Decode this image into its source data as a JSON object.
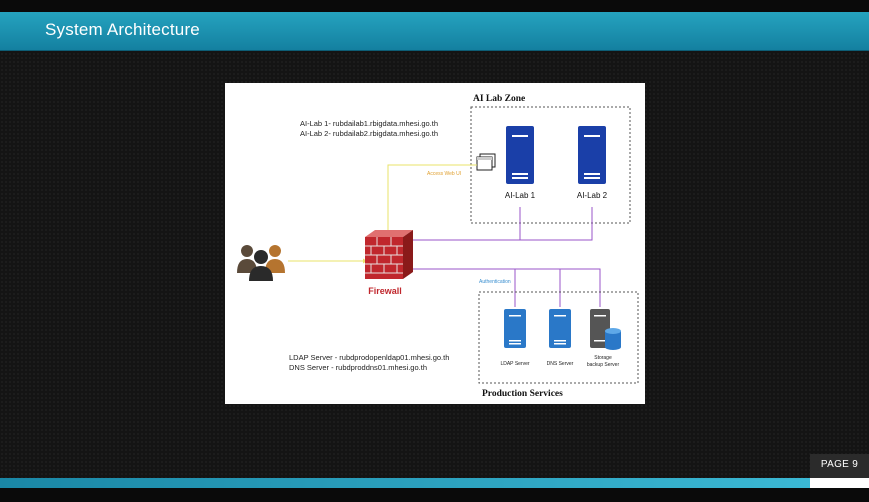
{
  "header": {
    "title": "System Architecture"
  },
  "footer": {
    "page_label": "PAGE 9"
  },
  "diagram": {
    "ai_lab_zone": {
      "title": "AI Lab Zone",
      "servers": [
        {
          "label": "AI-Lab 1"
        },
        {
          "label": "AI-Lab 2"
        }
      ],
      "hostnames": [
        "AI-Lab 1- rubdailab1.rbigdata.mhesi.go.th",
        "AI-Lab 2- rubdailab2.rbigdata.mhesi.go.th"
      ]
    },
    "access_label": "Access Web UI",
    "firewall_label": "Firewall",
    "auth_label": "Authentication",
    "production": {
      "title": "Production Services",
      "servers": [
        {
          "label": "LDAP Server"
        },
        {
          "label": "DNS Server"
        },
        {
          "label": "Storage backup Server"
        }
      ],
      "storage_label_lines": [
        "Storage",
        "backup Server"
      ],
      "hostnames": [
        "LDAP Server - rubdprodopenldap01.mhesi.go.th",
        "DNS Server - rubdproddns01.mhesi.go.th"
      ]
    },
    "colors": {
      "ai_server": "#1a3fa8",
      "prod_server": "#2a78c8",
      "storage_server": "#555555",
      "firewall": "#c0272d",
      "firewall_label": "#c0272d",
      "link_user": "#e9e36a",
      "link_internal": "#9a55c8",
      "access_label": "#e0a030",
      "auth_label": "#3a8fd0"
    },
    "icons": [
      "users-icon",
      "firewall-icon",
      "web-ui-icon",
      "server-icon",
      "database-icon"
    ]
  }
}
